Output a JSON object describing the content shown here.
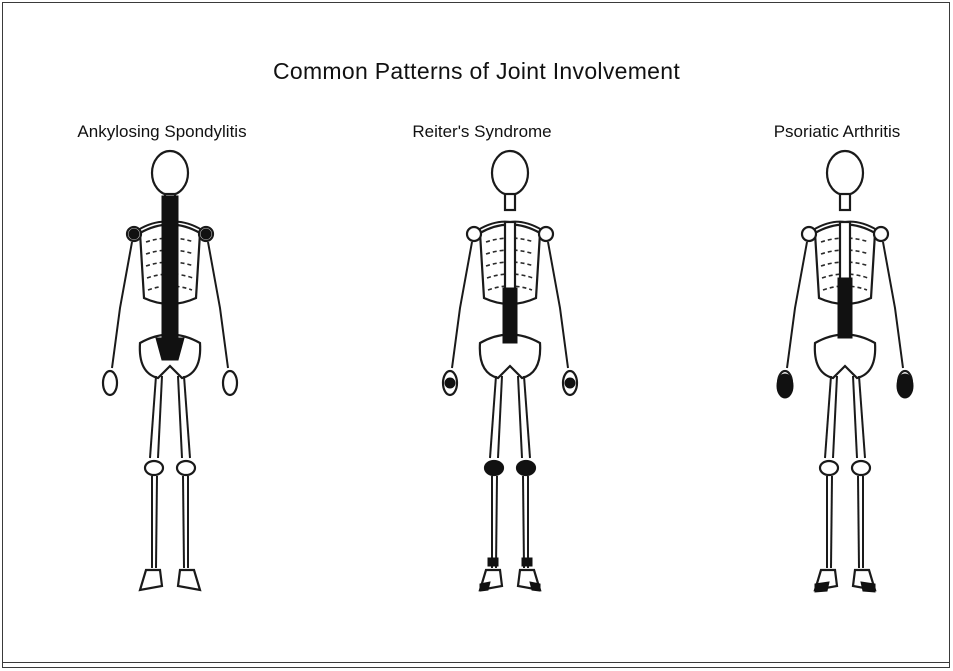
{
  "title": "Common Patterns of Joint Involvement",
  "panels": [
    {
      "label": "Ankylosing Spondylitis",
      "involved": [
        "skull-base",
        "spine",
        "sacroiliac",
        "shoulders"
      ]
    },
    {
      "label": "Reiter's Syndrome",
      "involved": [
        "lumbar-spine",
        "knees",
        "ankles",
        "feet",
        "wrists"
      ]
    },
    {
      "label": "Psoriatic Arthritis",
      "involved": [
        "lumbar-spine",
        "hands",
        "feet"
      ]
    }
  ],
  "colors": {
    "involved": "#111111",
    "bone": "#ffffff",
    "outline": "#1a1a1a"
  }
}
